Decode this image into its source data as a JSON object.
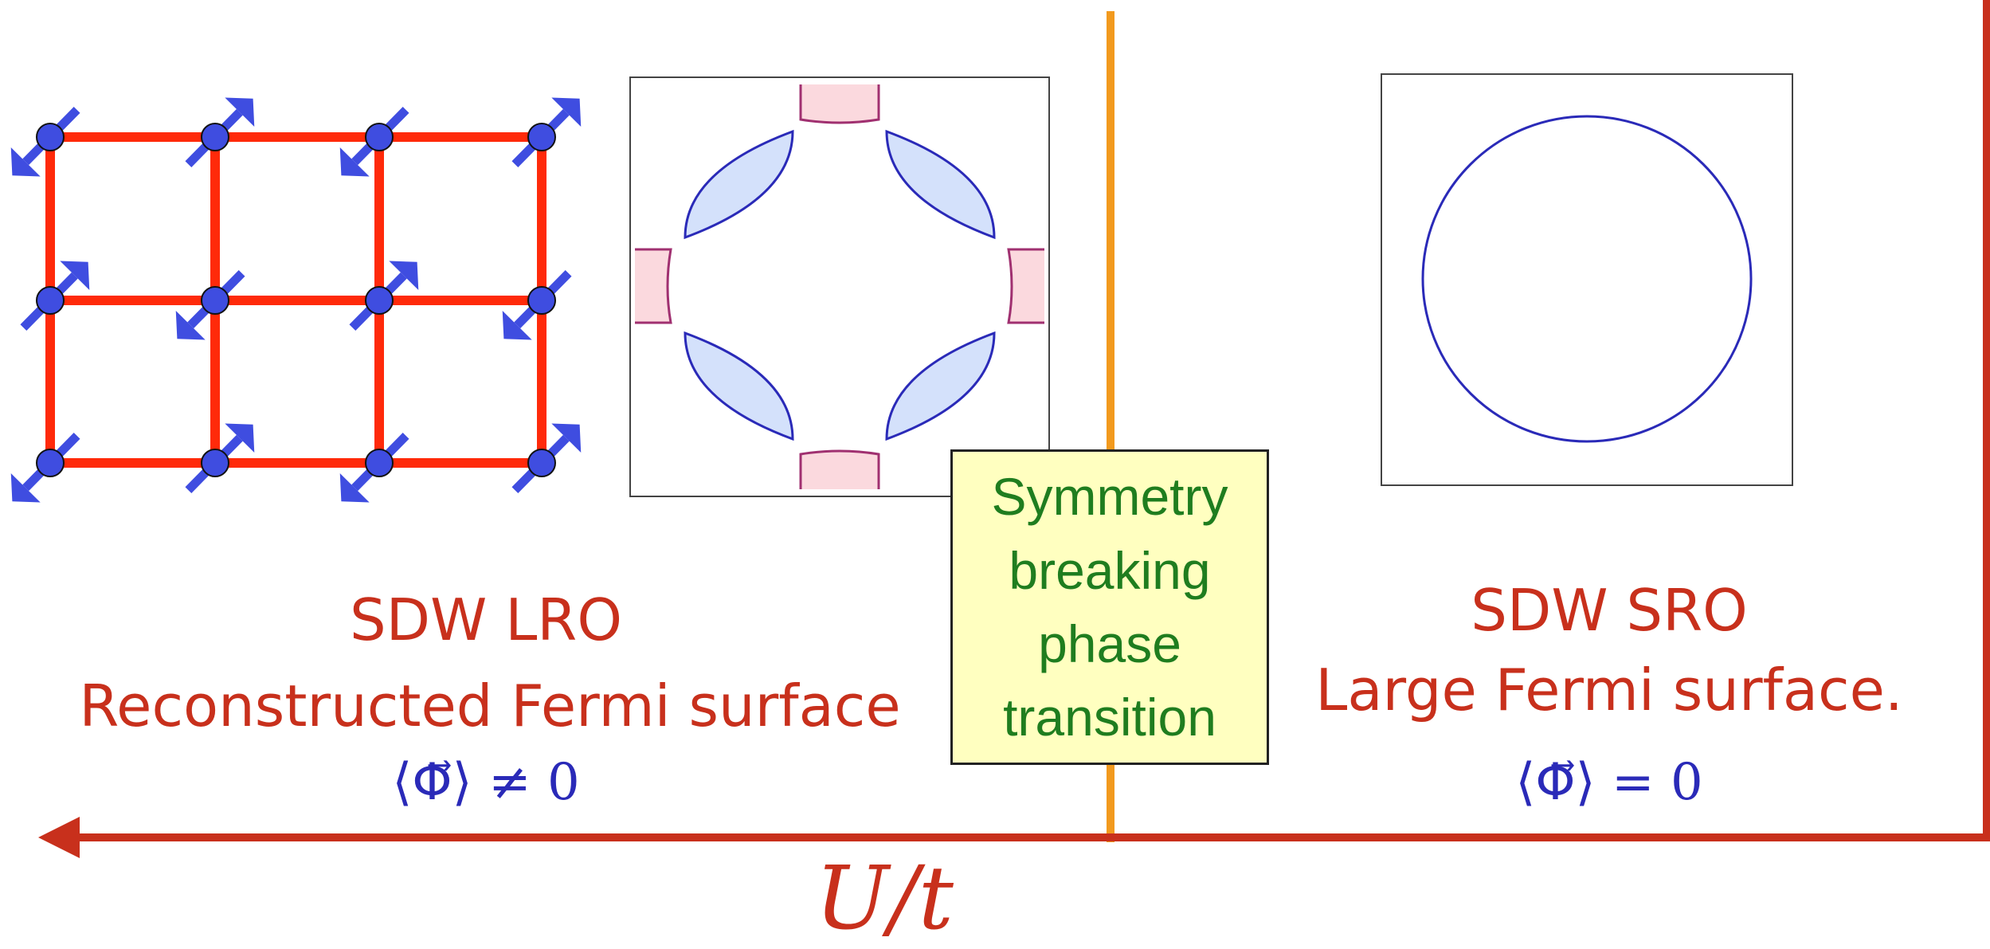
{
  "left_phase": {
    "title": "SDW LRO",
    "subtitle": "Reconstructed Fermi surface",
    "order_parameter": "⟨Φ⃗⟩ ≠ 0"
  },
  "right_phase": {
    "title": "SDW SRO",
    "subtitle": "Large Fermi surface.",
    "order_parameter": "⟨Φ⃗⟩ = 0"
  },
  "transition_box": {
    "lines": [
      "Symmetry",
      "breaking",
      "phase",
      "transition"
    ]
  },
  "axis": {
    "label": "U/t"
  },
  "spin_lattice": {
    "rows": 3,
    "cols": 4,
    "spins": [
      [
        "down",
        "up",
        "down",
        "up"
      ],
      [
        "up",
        "down",
        "up",
        "down"
      ],
      [
        "down",
        "up",
        "down",
        "up"
      ]
    ]
  },
  "colors": {
    "axis": "#c8301c",
    "lattice": "#ff2a0a",
    "spin": "#3f4de0",
    "critical_line": "#f29a1e",
    "hole_pocket_fill": "#d4e1fb",
    "electron_pocket_fill": "#fbd9de"
  }
}
